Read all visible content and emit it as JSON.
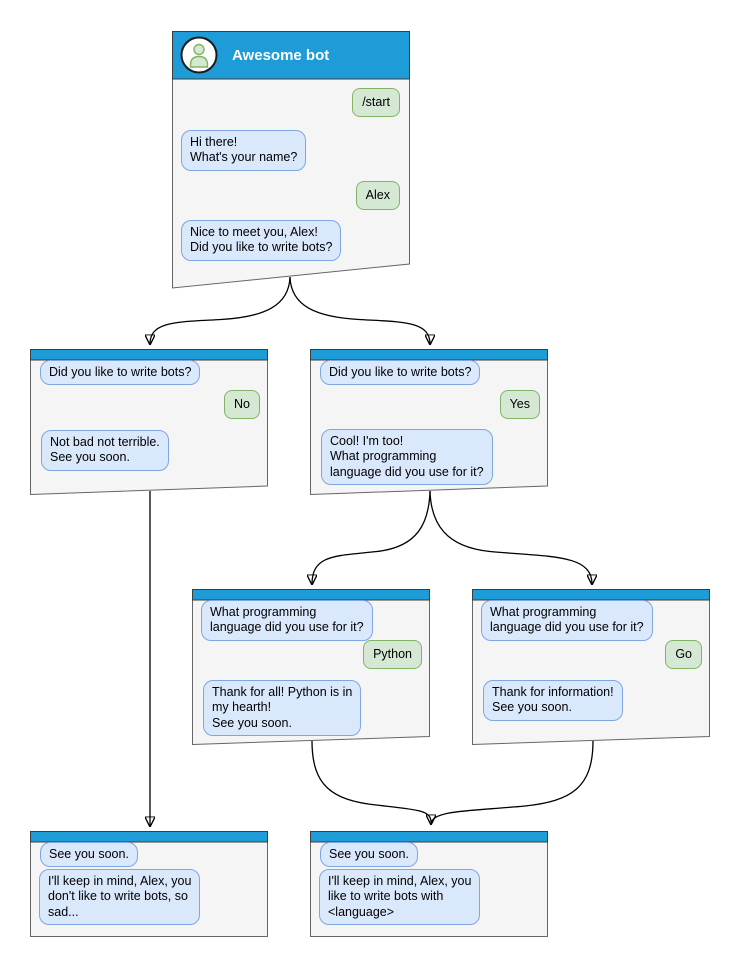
{
  "colors": {
    "header_blue": "#1e9cd7",
    "window_fill": "#f5f5f5",
    "window_border": "#666666",
    "bot_bubble_fill": "#dae8fc",
    "bot_bubble_border": "#7ea6e0",
    "user_bubble_fill": "#d5e8d4",
    "user_bubble_border": "#82b366",
    "arrow_color": "#000000"
  },
  "icons": {
    "avatar": "person-avatar-icon"
  },
  "windows": {
    "root": {
      "title": "Awesome bot",
      "messages": [
        {
          "from": "user",
          "text": "/start"
        },
        {
          "from": "bot",
          "text": "Hi there!\nWhat's your name?"
        },
        {
          "from": "user",
          "text": "Alex"
        },
        {
          "from": "bot",
          "text": "Nice to meet you, Alex!\nDid you like to write bots?"
        }
      ]
    },
    "no_branch": {
      "messages": [
        {
          "from": "bot",
          "text": "Did you like to write bots?"
        },
        {
          "from": "user",
          "text": "No"
        },
        {
          "from": "bot",
          "text": "Not bad not terrible.\nSee you soon."
        }
      ]
    },
    "yes_branch": {
      "messages": [
        {
          "from": "bot",
          "text": "Did you like to write bots?"
        },
        {
          "from": "user",
          "text": "Yes"
        },
        {
          "from": "bot",
          "text": "Cool! I'm too!\nWhat programming\nlanguage did you use for it?"
        }
      ]
    },
    "python_branch": {
      "messages": [
        {
          "from": "bot",
          "text": "What programming\nlanguage did you use for it?"
        },
        {
          "from": "user",
          "text": "Python"
        },
        {
          "from": "bot",
          "text": "Thank for all! Python is in\nmy hearth!\nSee you soon."
        }
      ]
    },
    "go_branch": {
      "messages": [
        {
          "from": "bot",
          "text": "What programming\nlanguage did you use for it?"
        },
        {
          "from": "user",
          "text": "Go"
        },
        {
          "from": "bot",
          "text": "Thank for information!\nSee you soon."
        }
      ]
    },
    "end_no": {
      "messages": [
        {
          "from": "bot",
          "text": "See you soon."
        },
        {
          "from": "bot",
          "text": "I'll keep in mind, Alex, you\ndon't like to write bots, so\nsad..."
        }
      ]
    },
    "end_yes": {
      "messages": [
        {
          "from": "bot",
          "text": "See you soon."
        },
        {
          "from": "bot",
          "text": "I'll keep in mind, Alex, you\nlike to write bots with\n<language>"
        }
      ]
    }
  }
}
